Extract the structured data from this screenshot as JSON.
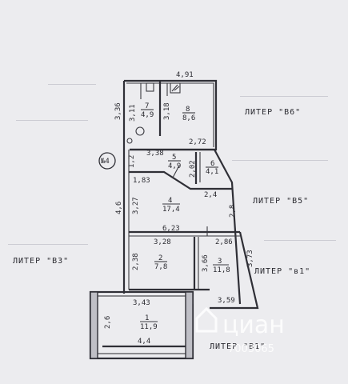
{
  "colors": {
    "paper": "#e9e9ec",
    "ink": "#2f2f36",
    "watermark": "#ffffff"
  },
  "apartment_marker": "№4",
  "liters": [
    {
      "id": "b6",
      "label": "ЛИТЕР \"В6\""
    },
    {
      "id": "b5",
      "label": "ЛИТЕР \"В5\""
    },
    {
      "id": "b3",
      "label": "ЛИТЕР \"В3\""
    },
    {
      "id": "b1l",
      "label": "ЛИТЕР \"в1\""
    },
    {
      "id": "b1u",
      "label": "ЛИТЕР \"В1\""
    }
  ],
  "rooms": [
    {
      "num": "7",
      "area": "4,9"
    },
    {
      "num": "8",
      "area": "8,6"
    },
    {
      "num": "5",
      "area": "4,9"
    },
    {
      "num": "6",
      "area": "4,1"
    },
    {
      "num": "4",
      "area": "17,4"
    },
    {
      "num": "2",
      "area": "7,8"
    },
    {
      "num": "3",
      "area": "11,8"
    },
    {
      "num": "1",
      "area": "11,9"
    }
  ],
  "dimensions": [
    "4,91",
    "3,36",
    "3,11",
    "3,18",
    "2,72",
    "3,38",
    "1,2",
    "2,02",
    "1,83",
    "4,6",
    "3,27",
    "2,4",
    "2,8",
    "6,23",
    "3,28",
    "2,86",
    "2,38",
    "3,66",
    "3,73",
    "3,43",
    "3,59",
    "2,6",
    "4,4"
  ],
  "watermark": {
    "brand": "циан",
    "id": "7003065"
  }
}
